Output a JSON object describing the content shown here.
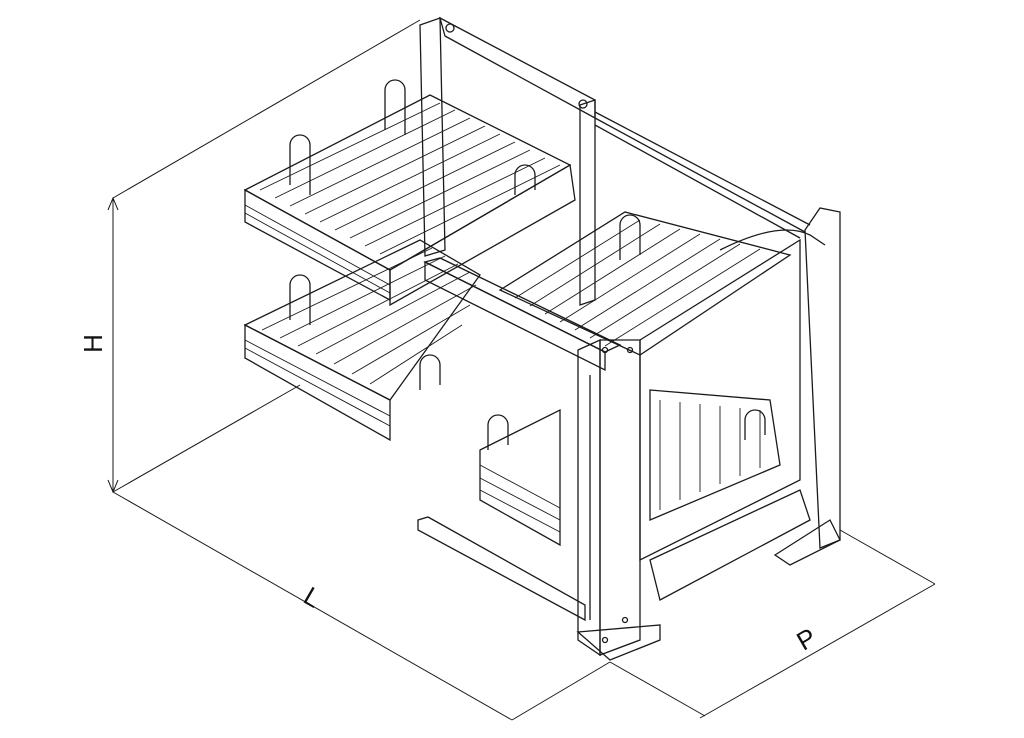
{
  "dimensions": {
    "height_label": "H",
    "length_label": "L",
    "depth_label": "P"
  },
  "colors": {
    "line": "#1a1a1a",
    "background": "#ffffff"
  }
}
